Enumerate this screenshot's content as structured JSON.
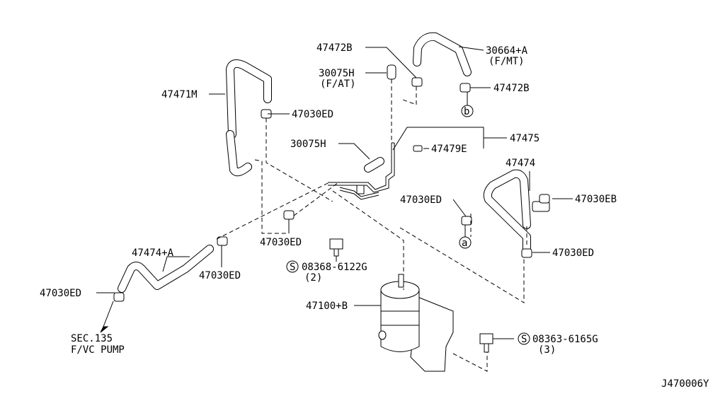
{
  "labels": {
    "p47472B_top": "47472B",
    "p30664A": "30664+A",
    "p30664A_sub": "(F/MT)",
    "p30075H_top": "30075H",
    "p30075H_top_sub": "(F/AT)",
    "p47472B_right": "47472B",
    "p47471M": "47471M",
    "p47030ED_top": "47030ED",
    "p47475": "47475",
    "p30075H_mid": "30075H",
    "p47479E": "47479E",
    "p47474": "47474",
    "p47030ED_mid": "47030ED",
    "p47030EB": "47030EB",
    "p47030ED_center": "47030ED",
    "p47030ED_right": "47030ED",
    "p47474A": "47474+A",
    "p47030ED_lower": "47030ED",
    "bolt1": "08368-6122G",
    "bolt1_qty": "(2)",
    "p47030ED_left": "47030ED",
    "p47100B": "47100+B",
    "bolt2": "08363-6165G",
    "bolt2_qty": "(3)",
    "sec": "SEC.135",
    "sec_sub": "F/VC PUMP",
    "ref_a": "a",
    "ref_b": "b",
    "circ_s": "S",
    "drawing_no": "J470006Y"
  }
}
